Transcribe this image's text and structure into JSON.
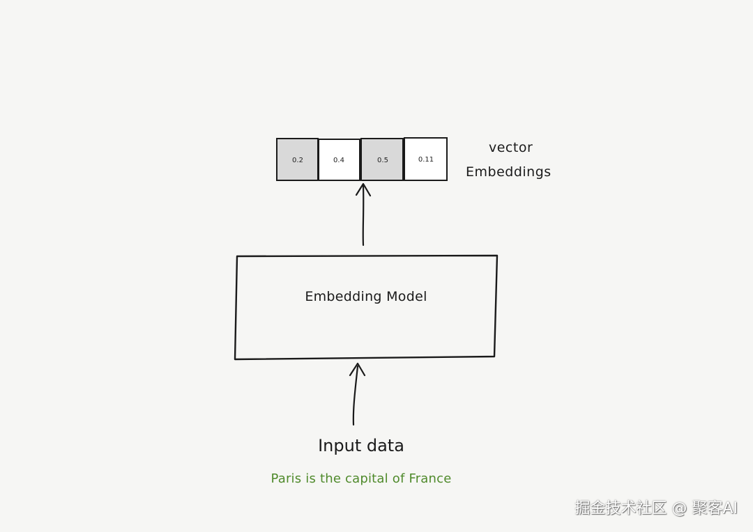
{
  "vector": {
    "cells": [
      {
        "value": "0.2",
        "shaded": true
      },
      {
        "value": "0.4",
        "shaded": false
      },
      {
        "value": "0.5",
        "shaded": true
      },
      {
        "value": "0.11",
        "shaded": false
      }
    ],
    "label_line1": "vector",
    "label_line2": "Embeddings"
  },
  "model": {
    "label": "Embedding Model"
  },
  "input": {
    "title": "Input data",
    "example": "Paris is the capital of France"
  },
  "watermark": "掘金技术社区 @ 聚客AI",
  "colors": {
    "background": "#f6f6f4",
    "ink": "#1a1a1a",
    "shaded_cell": "#d9d9d9",
    "example_text": "#4f8a2b"
  }
}
